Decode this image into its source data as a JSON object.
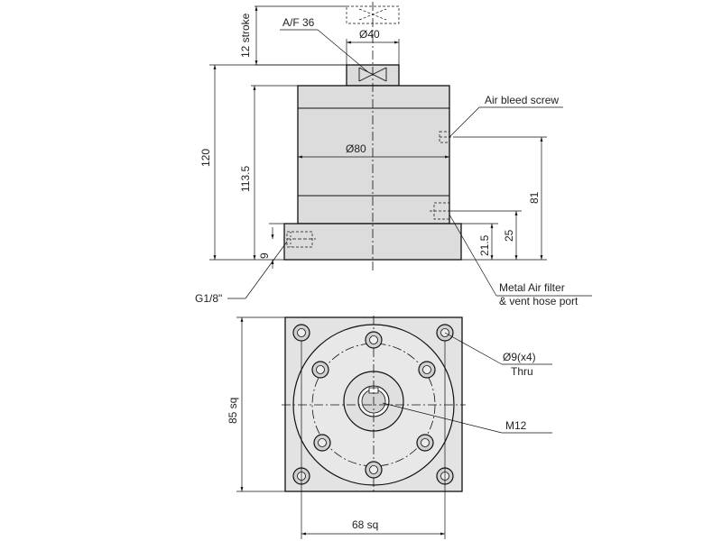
{
  "labels": {
    "af36": "A/F 36",
    "dia40": "Ø40",
    "stroke12": "12 stroke",
    "air_bleed": "Air bleed screw",
    "dia80": "Ø80",
    "dim120": "120",
    "dim113_5": "113.5",
    "dim81": "81",
    "dim25": "25",
    "dim21_5": "21.5",
    "dim9": "9",
    "filter_line1": "Metal Air filter",
    "filter_line2": "& vent hose port",
    "g18": "G1/8\"",
    "dia9_line1": "Ø9(x4)",
    "dia9_line2": "Thru",
    "m12": "M12",
    "sq85": "85 sq",
    "sq68": "68 sq"
  }
}
